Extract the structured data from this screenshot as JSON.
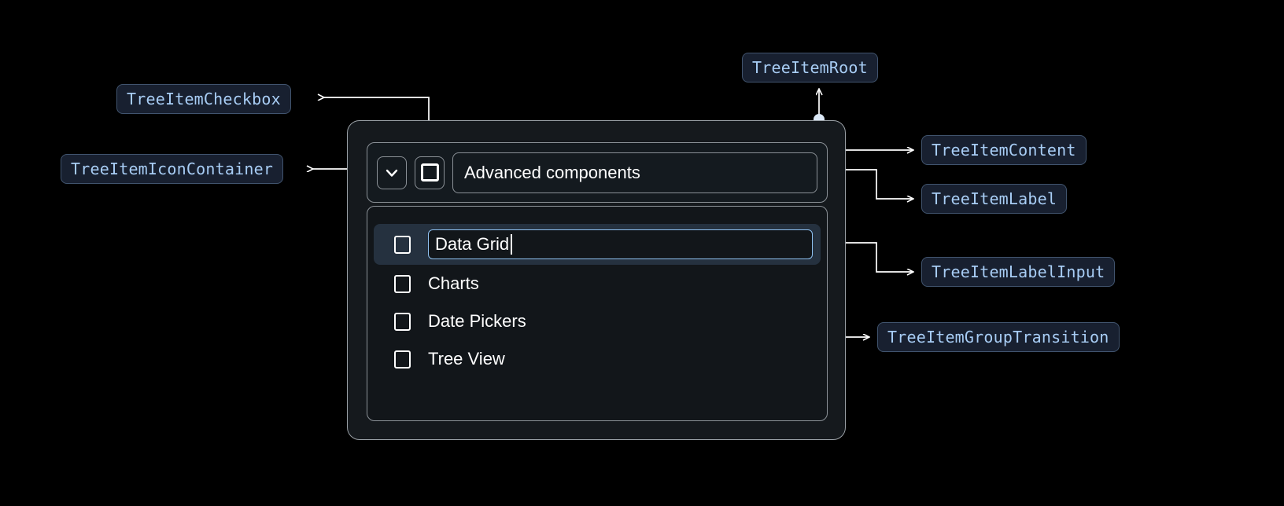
{
  "annotations": [
    {
      "id": "tree-item-checkbox",
      "label": "TreeItemCheckbox"
    },
    {
      "id": "tree-item-icon-container",
      "label": "TreeItemIconContainer"
    },
    {
      "id": "tree-item-root",
      "label": "TreeItemRoot"
    },
    {
      "id": "tree-item-content",
      "label": "TreeItemContent"
    },
    {
      "id": "tree-item-label",
      "label": "TreeItemLabel"
    },
    {
      "id": "tree-item-label-input",
      "label": "TreeItemLabelInput"
    },
    {
      "id": "tree-item-group-transition",
      "label": "TreeItemGroupTransition"
    }
  ],
  "tree": {
    "root_label": "Advanced components",
    "expand_icon": "chevron-down-icon",
    "root_checkbox_checked": false,
    "children": [
      {
        "label": "Data Grid",
        "checked": false,
        "editing": true
      },
      {
        "label": "Charts",
        "checked": false,
        "editing": false
      },
      {
        "label": "Date Pickers",
        "checked": false,
        "editing": false
      },
      {
        "label": "Tree View",
        "checked": false,
        "editing": false
      }
    ],
    "editing_value": "Data Grid"
  },
  "colors": {
    "background": "#000000",
    "chip_bg": "#182030",
    "chip_border": "#41546e",
    "chip_text": "#a8cdf5",
    "connector": "#ffffff",
    "dot": "#dce9f7",
    "panel_border": "#8b9197",
    "selected_row": "#25313f",
    "input_border": "#8fc2f2",
    "text": "#ffffff"
  }
}
